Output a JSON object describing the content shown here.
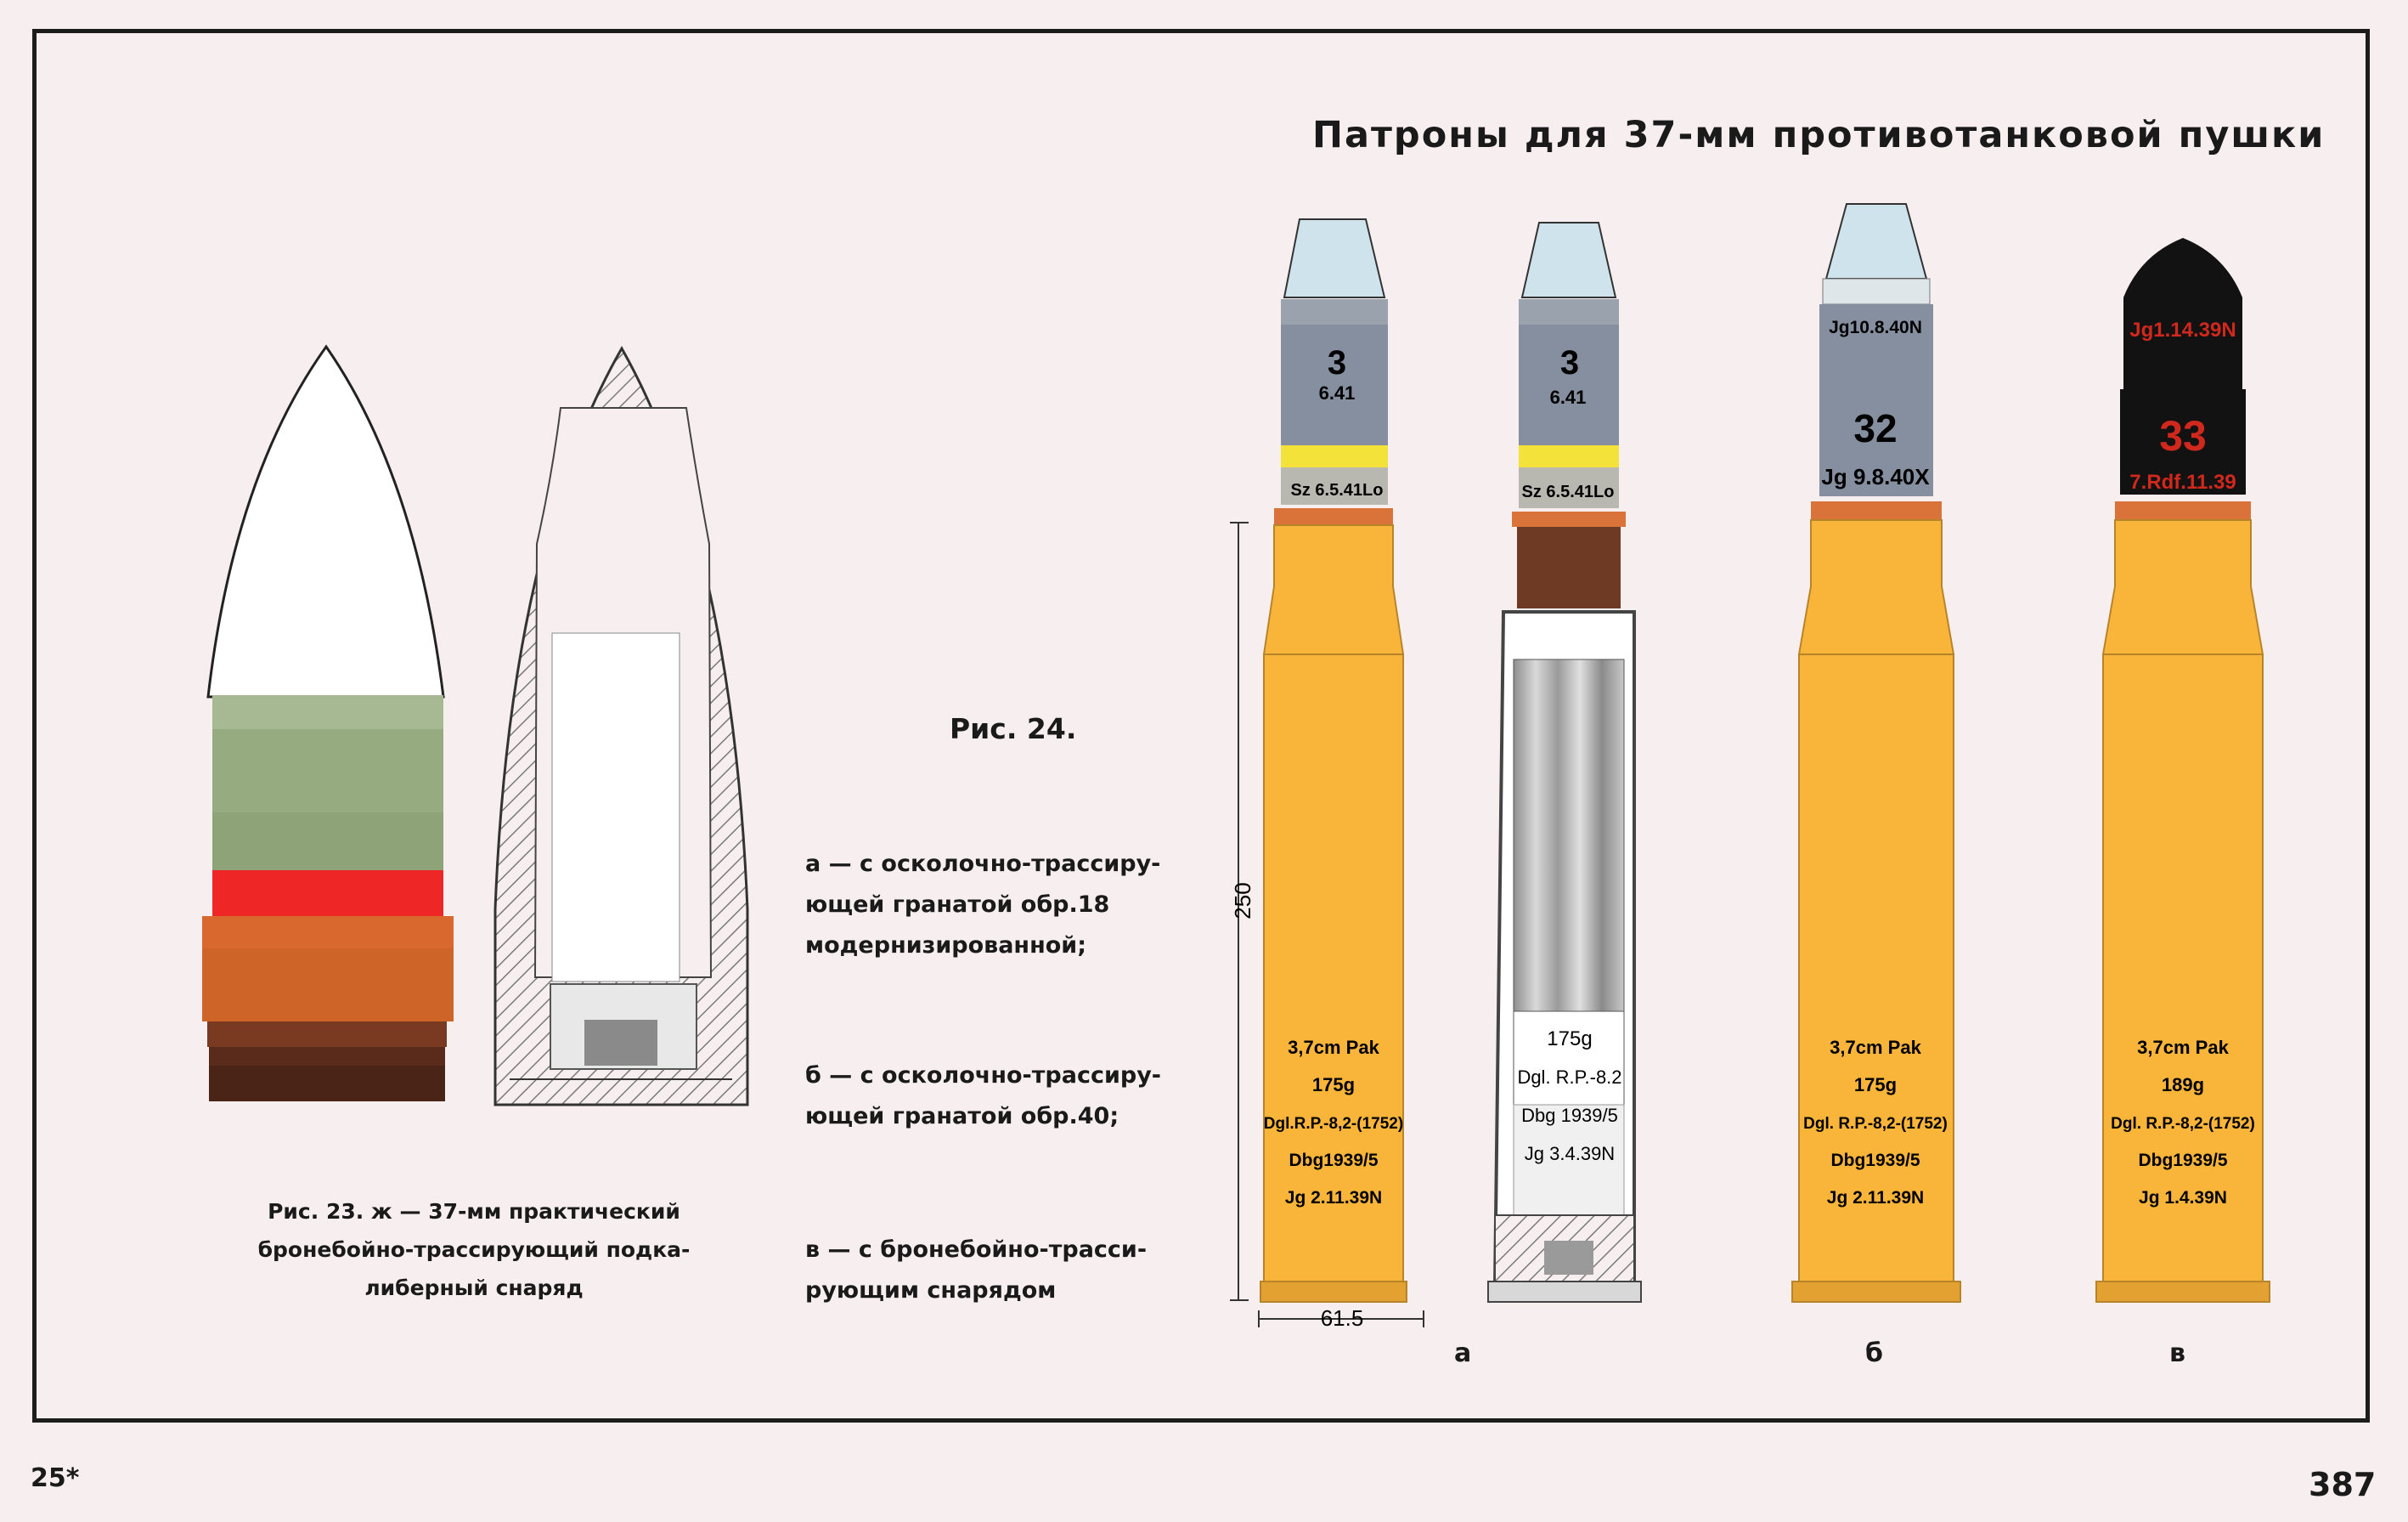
{
  "title": "Патроны для 37-мм противотанковой пушки",
  "figure24": {
    "label": "Рис. 24.",
    "captions": [
      {
        "lines": [
          "а — с   осколочно-трассиру-",
          "ющей гранатой обр.18",
          "модернизированной;"
        ]
      },
      {
        "lines": [
          "б — с   осколочно-трассиру-",
          "ющей гранатой обр.40;"
        ]
      },
      {
        "lines": [
          "в — с     бронебойно-трасси-",
          "рующим снарядом"
        ]
      }
    ],
    "round_labels": [
      "а",
      "б",
      "в"
    ],
    "dimension_height": "250",
    "dimension_width": "61.5"
  },
  "figure23": {
    "lines": [
      "Рис. 23. ж — 37-мм практический",
      "бронебойно-трассирующий подка-",
      "либерный снаряд"
    ]
  },
  "rounds": {
    "a": {
      "top": "3",
      "top2": "6.41",
      "band": "Sz 6.5.41Lo",
      "case": [
        "3,7cm Pak",
        "175g",
        "Dgl.R.P.-8,2-(1752)",
        "Dbg1939/5",
        "Jg 2.11.39N"
      ]
    },
    "a_cut": {
      "top": "3",
      "top2": "6.41",
      "band": "Sz 6.5.41Lo",
      "case": [
        "175g",
        "Dgl. R.P.-8.2",
        "Dbg 1939/5",
        "Jg 3.4.39N"
      ]
    },
    "b": {
      "nose": "Jg10.8.40N",
      "top": "32",
      "top2": "Jg 9.8.40X",
      "case": [
        "3,7cm Pak",
        "175g",
        "Dgl. R.P.-8,2-(1752)",
        "Dbg1939/5",
        "Jg 2.11.39N"
      ]
    },
    "v": {
      "nose": "Jg1.14.39N",
      "top": "33",
      "top2": "7.Rdf.11.39",
      "case": [
        "3,7cm Pak",
        "189g",
        "Dgl. R.P.-8,2-(1752)",
        "Dbg1939/5",
        "Jg 1.4.39N"
      ]
    }
  },
  "page_mark": "25*",
  "page_number": "387",
  "colors": {
    "brass": "#f9b53a",
    "projectile_grey": "#858fa0",
    "tip_blue": "#cfe3ec",
    "yellow_band": "#f2e23a",
    "copper": "#d9733a",
    "black_tip": "#121212",
    "red_text": "#d0281c",
    "practice_green": "#97ab81",
    "practice_red": "#ee2626"
  }
}
